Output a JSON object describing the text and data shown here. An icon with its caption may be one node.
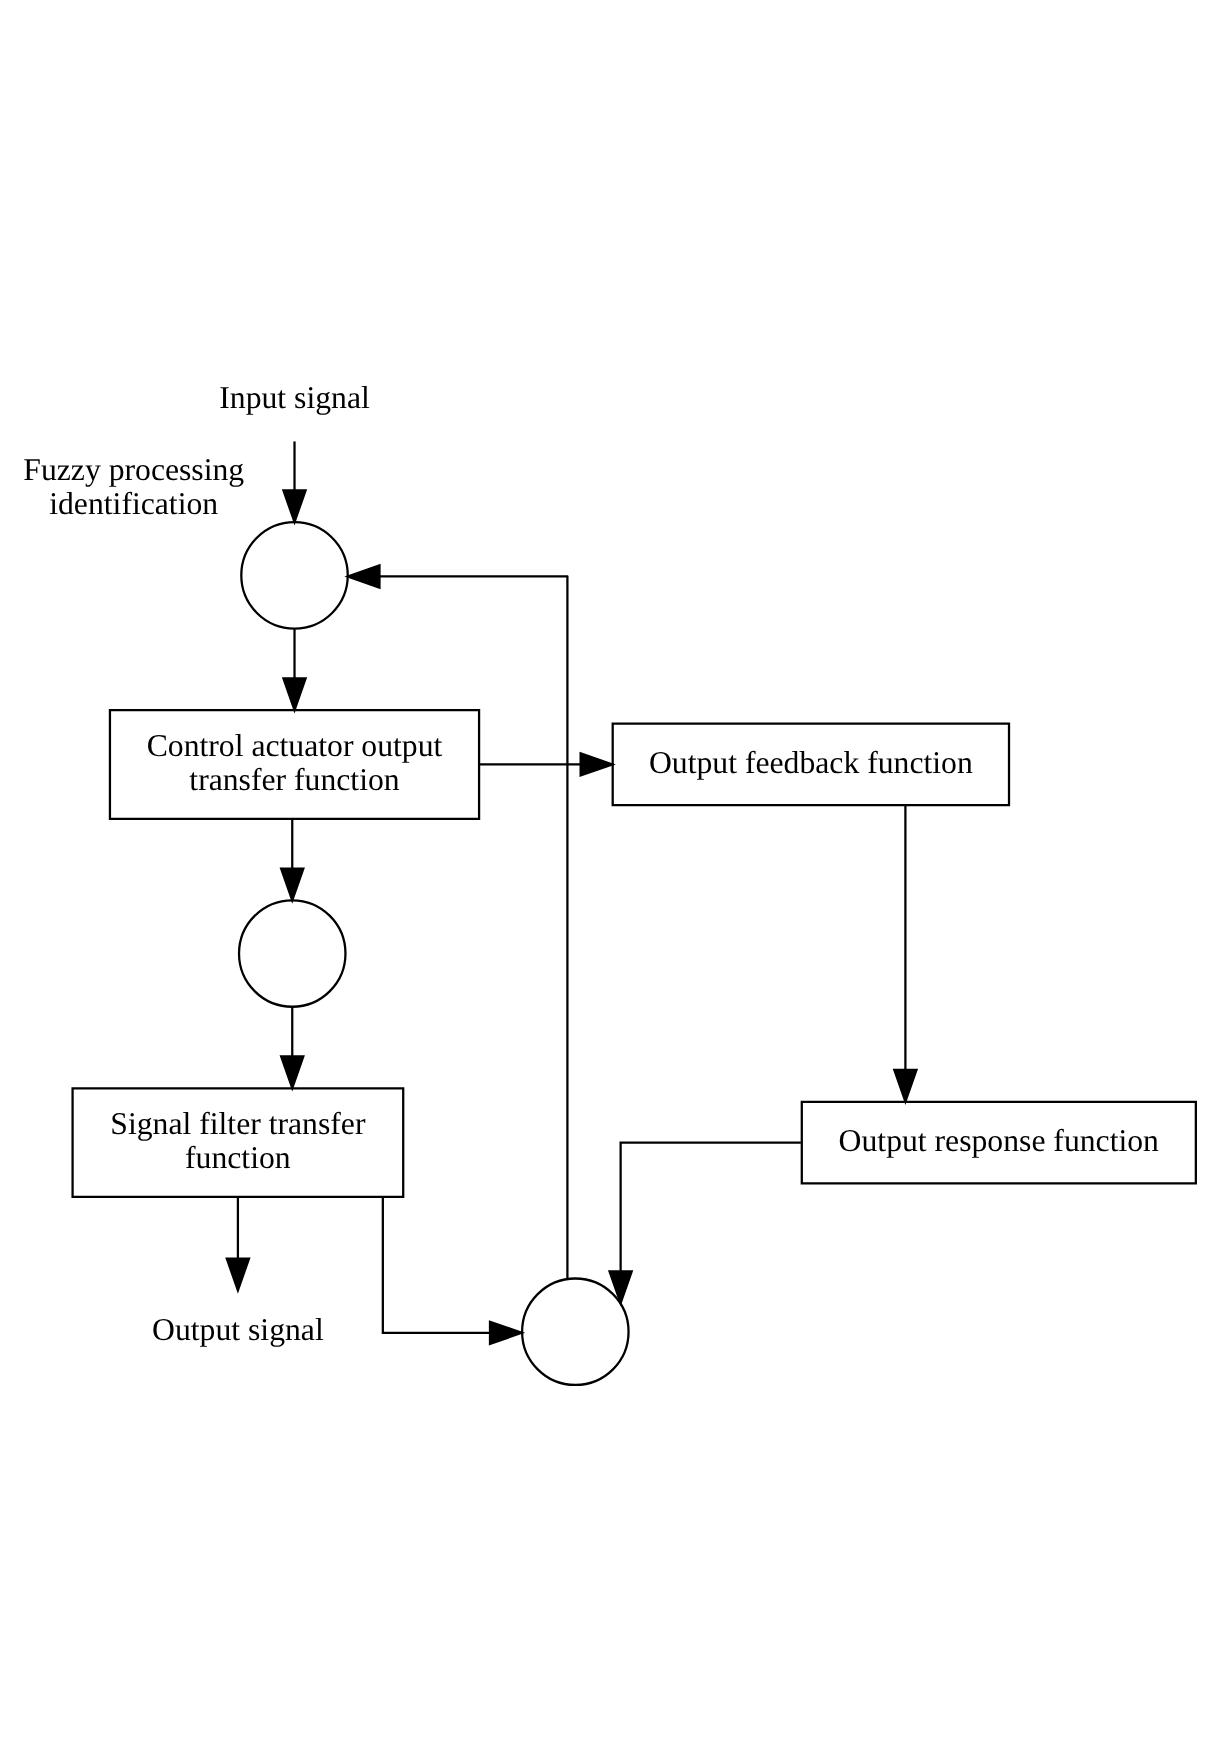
{
  "diagram": {
    "nodes": [
      {
        "text": [
          "Input signal"
        ]
      },
      {
        "text": [],
        "shape": "circle",
        "beside": [
          "Fuzzy processing identification"
        ]
      },
      {
        "text": [
          "Control actuator output transfer function"
        ]
      },
      {
        "text": [
          "Output feedback function"
        ]
      },
      {
        "text": [
          "Output response function"
        ]
      },
      {
        "text": [],
        "shape": "circle"
      },
      {
        "text": [
          "Signal filter transfer function"
        ]
      },
      {
        "text": [],
        "shape": "circle"
      },
      {
        "text": [
          "Output signal"
        ]
      }
    ],
    "edges": [
      {
        "from": 0,
        "to": 1,
        "arrow": "to"
      },
      {
        "from": 1,
        "to": 2,
        "arrow": "to"
      },
      {
        "from": 2,
        "to": 3,
        "arrow": "to"
      },
      {
        "from": 2,
        "to": 5,
        "arrow": "to"
      },
      {
        "from": 3,
        "to": 4,
        "arrow": "to"
      },
      {
        "from": 5,
        "to": 6,
        "arrow": "to"
      },
      {
        "from": 4,
        "to": 7,
        "arrow": "to"
      },
      {
        "from": 6,
        "to": 7,
        "arrow": "to"
      },
      {
        "from": 6,
        "to": 8,
        "arrow": "to"
      },
      {
        "from": 7,
        "to": 1,
        "arrow": "to"
      }
    ]
  }
}
